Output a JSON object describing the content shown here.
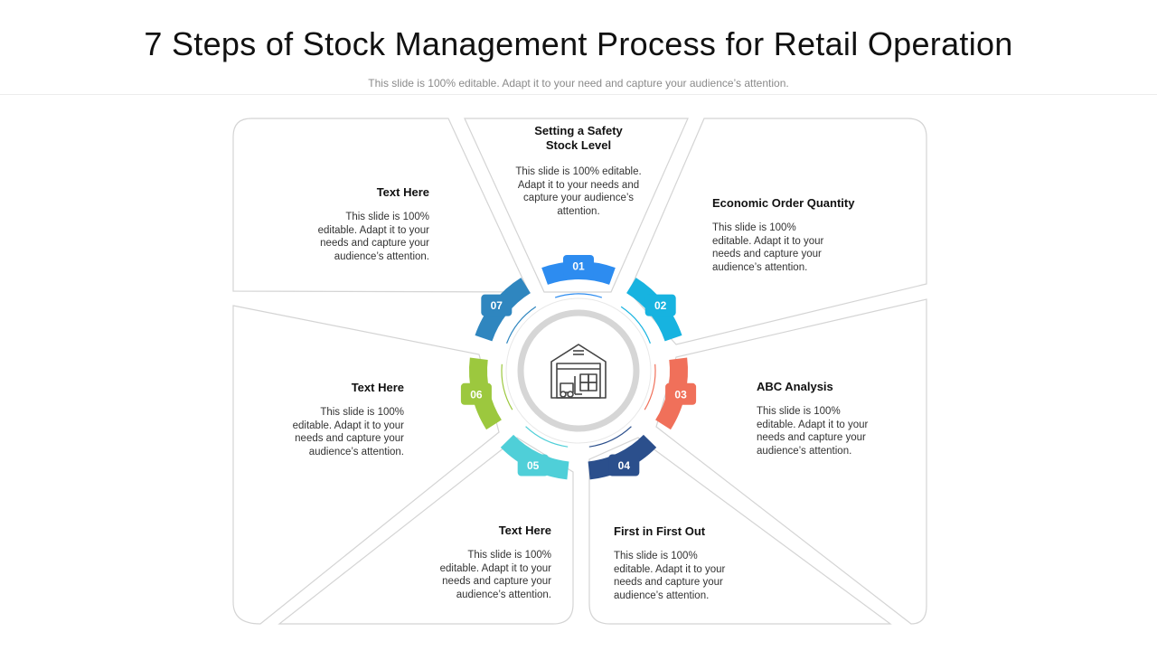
{
  "slide": {
    "title": "7 Steps of Stock Management Process for Retail Operation",
    "subtitle": "This slide is 100% editable. Adapt it to your need and capture your audience’s attention."
  },
  "center_icon": "warehouse-forklift-icon",
  "steps": [
    {
      "number": "01",
      "title": "Setting a Safety Stock Level",
      "body": "This slide is 100% editable. Adapt it to your needs and capture your audience’s attention.",
      "color": "#2d8cf0"
    },
    {
      "number": "02",
      "title": "Economic Order Quantity",
      "body": "This slide is 100% editable. Adapt it to your needs and capture your audience’s attention.",
      "color": "#17b3e0"
    },
    {
      "number": "03",
      "title": "ABC Analysis",
      "body": "This slide is 100% editable. Adapt it to your needs and capture your audience’s attention.",
      "color": "#f0705a"
    },
    {
      "number": "04",
      "title": "First in First Out",
      "body": "This slide is 100% editable. Adapt it to your needs and capture your audience’s attention.",
      "color": "#2b4f8c"
    },
    {
      "number": "05",
      "title": "Text Here",
      "body": "This slide is 100% editable. Adapt it to your needs and capture your audience’s attention.",
      "color": "#4fcfd8"
    },
    {
      "number": "06",
      "title": "Text Here",
      "body": "This slide is 100% editable. Adapt it to your needs and capture your audience’s attention.",
      "color": "#9cc83e"
    },
    {
      "number": "07",
      "title": "Text Here",
      "body": "This slide is 100% editable. Adapt it to your needs and capture your audience’s attention.",
      "color": "#2f86bf"
    }
  ]
}
